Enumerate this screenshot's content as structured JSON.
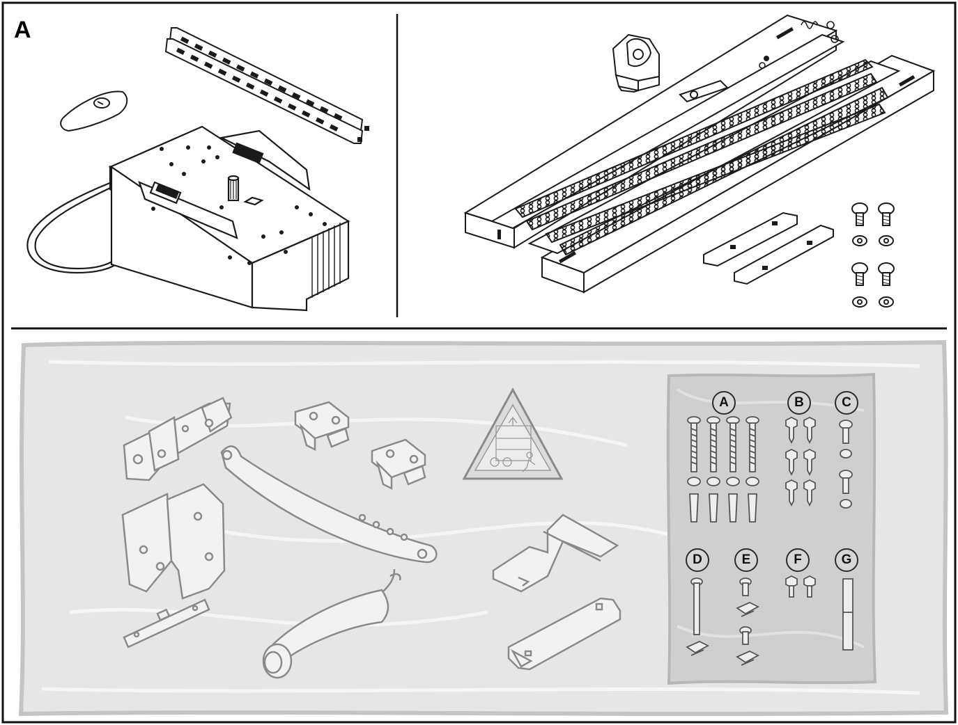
{
  "figure": {
    "letter": "A"
  },
  "hardware_bag": {
    "labels": [
      "A",
      "B",
      "C",
      "D",
      "E",
      "F",
      "G"
    ]
  },
  "colors": {
    "line": "#1a1a1a",
    "bag_fill": "#e4e4e4",
    "bag_edge": "#c8c8c8",
    "part_gray": "#8a8a8a",
    "inner_bag": "#cfcfcf"
  }
}
